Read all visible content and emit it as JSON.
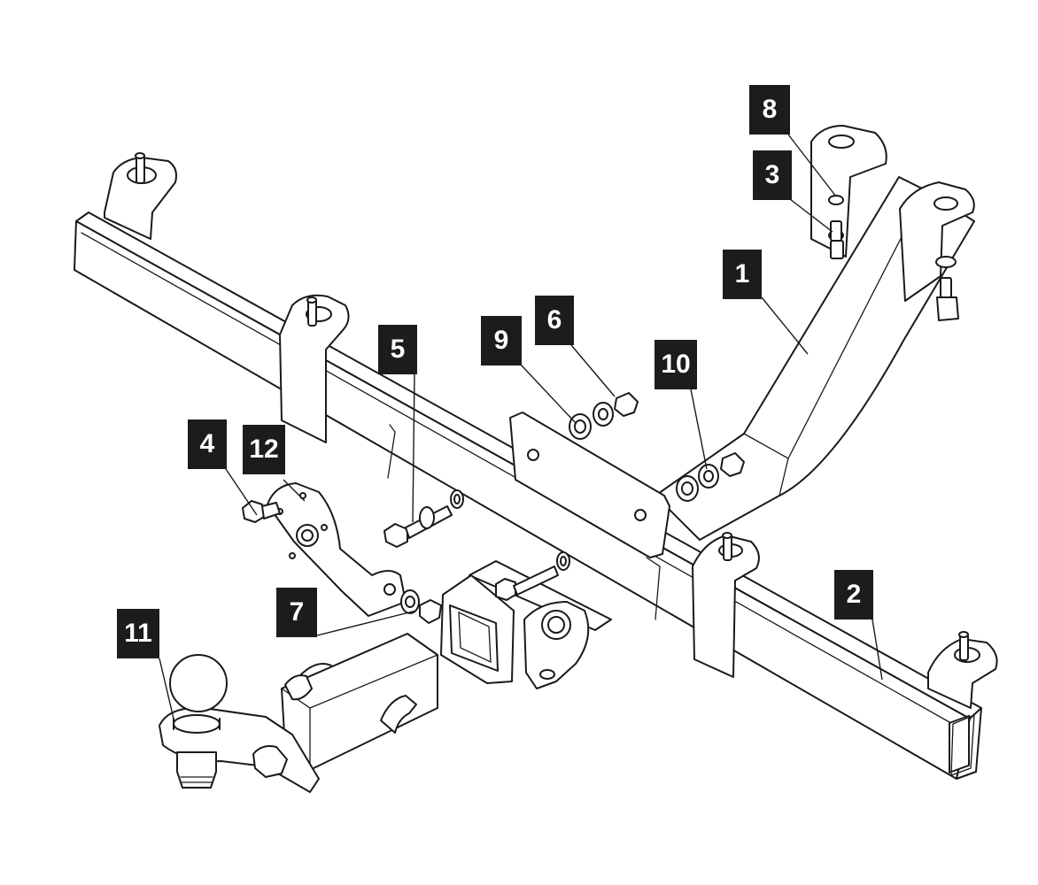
{
  "diagram": {
    "callouts": [
      {
        "id": "c1",
        "label": "1"
      },
      {
        "id": "c2",
        "label": "2"
      },
      {
        "id": "c3",
        "label": "3"
      },
      {
        "id": "c4",
        "label": "4"
      },
      {
        "id": "c5",
        "label": "5"
      },
      {
        "id": "c6",
        "label": "6"
      },
      {
        "id": "c7",
        "label": "7"
      },
      {
        "id": "c8",
        "label": "8"
      },
      {
        "id": "c9",
        "label": "9"
      },
      {
        "id": "c10",
        "label": "10"
      },
      {
        "id": "c11",
        "label": "11"
      },
      {
        "id": "c12",
        "label": "12"
      }
    ],
    "colors": {
      "line": "#1a1a1a",
      "callout_bg": "#1c1c1c",
      "callout_text": "#ffffff",
      "background": "#ffffff"
    }
  }
}
